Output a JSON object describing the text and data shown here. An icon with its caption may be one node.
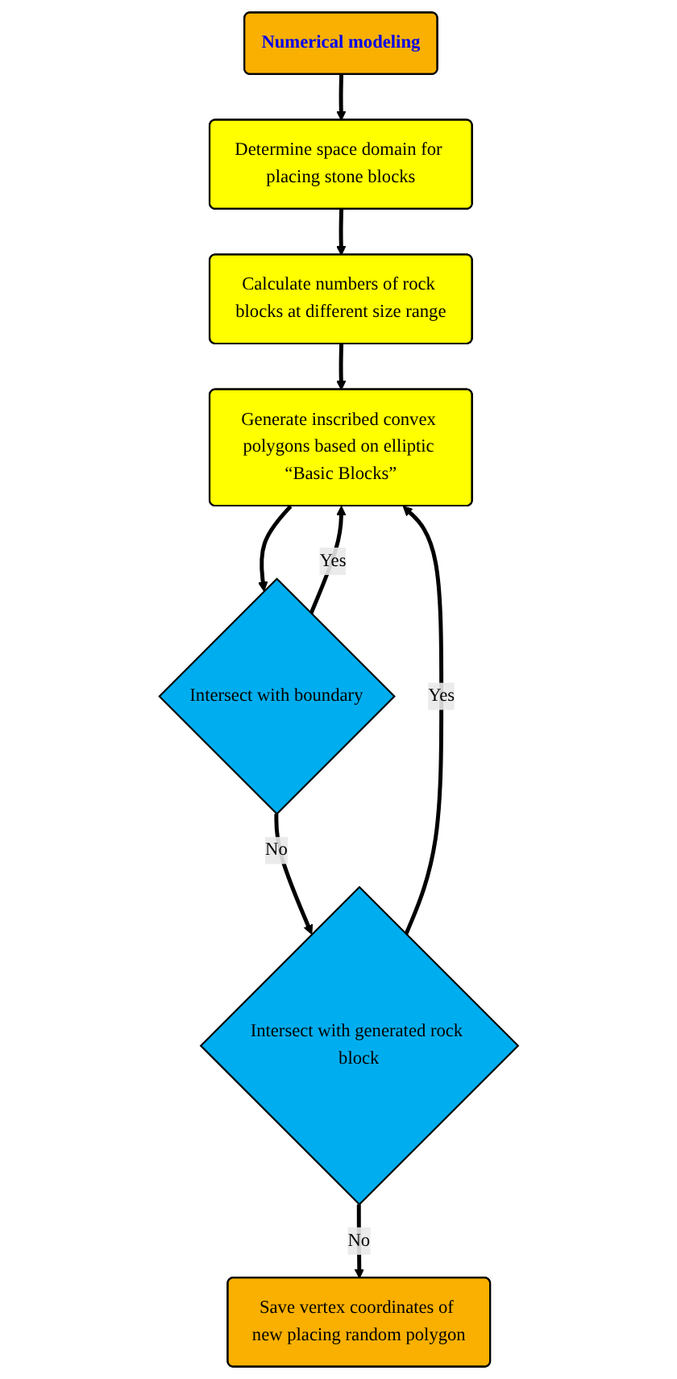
{
  "diagram": {
    "nodes": [
      {
        "text": [
          "Numerical modeling"
        ]
      },
      {
        "text": [
          "Determine space domain for placing stone blocks"
        ]
      },
      {
        "text": [
          "Calculate numbers of rock blocks at different size range"
        ]
      },
      {
        "text": [
          "Generate inscribed convex polygons based on elliptic “Basic Blocks”"
        ]
      },
      {
        "text": [
          "Intersect with boundary"
        ]
      },
      {
        "text": [
          "Intersect with generated rock block"
        ]
      },
      {
        "text": [
          "Save vertex coordinates of new placing random polygon"
        ]
      }
    ],
    "edges": [
      {
        "from": 0,
        "to": 1,
        "arrow": "to"
      },
      {
        "from": 1,
        "to": 2,
        "arrow": "to"
      },
      {
        "from": 2,
        "to": 3,
        "arrow": "to"
      },
      {
        "from": 3,
        "to": 4,
        "arrow": "to"
      },
      {
        "from": 4,
        "to": 3,
        "arrow": "to",
        "label": "Yes"
      },
      {
        "from": 4,
        "to": 5,
        "arrow": "to",
        "label": "No"
      },
      {
        "from": 5,
        "to": 3,
        "arrow": "to",
        "label": "Yes"
      },
      {
        "from": 5,
        "to": 6,
        "arrow": "to",
        "label": "No"
      }
    ]
  }
}
